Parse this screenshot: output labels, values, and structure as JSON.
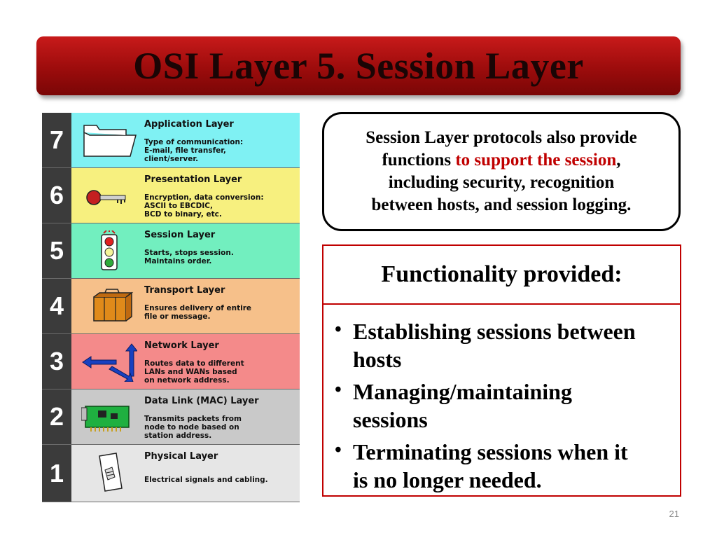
{
  "slide": {
    "title": "OSI Layer 5. Session Layer",
    "page_number": "21",
    "accent_color": "#9c0c0c"
  },
  "osi_layers": [
    {
      "number": "7",
      "name": "Application Layer",
      "color": "#7ff1f3",
      "icon": "folder-icon",
      "desc": [
        "Type of communication:",
        "E-mail, file transfer,",
        "client/server."
      ]
    },
    {
      "number": "6",
      "name": "Presentation Layer",
      "color": "#f7f07f",
      "icon": "key-icon",
      "desc": [
        "Encryption, data conversion:",
        "ASCII to EBCDIC,",
        "BCD to binary, etc."
      ]
    },
    {
      "number": "5",
      "name": "Session Layer",
      "color": "#72efbf",
      "icon": "traffic-light-icon",
      "desc": [
        "Starts, stops session.",
        "Maintains order."
      ]
    },
    {
      "number": "4",
      "name": "Transport Layer",
      "color": "#f6c08a",
      "icon": "suitcase-icon",
      "desc": [
        "Ensures delivery of entire",
        "file or message."
      ]
    },
    {
      "number": "3",
      "name": "Network Layer",
      "color": "#f48a8a",
      "icon": "routing-arrows-icon",
      "desc": [
        "Routes data to different",
        "LANs and WANs based",
        "on network address."
      ]
    },
    {
      "number": "2",
      "name": "Data Link (MAC) Layer",
      "color": "#c9c9c9",
      "icon": "network-card-icon",
      "desc": [
        "Transmits packets from",
        "node to node based on",
        "station address."
      ]
    },
    {
      "number": "1",
      "name": "Physical Layer",
      "color": "#e6e6e6",
      "icon": "cable-port-icon",
      "desc": [
        "Electrical signals and cabling."
      ]
    }
  ],
  "callout": {
    "line1": "Session Layer protocols also provide",
    "line2_prefix": "functions ",
    "line2_highlight": "to support the session",
    "line2_suffix": ",",
    "line3": "including security, recognition",
    "line4": "between hosts, and session  logging.",
    "highlight_color": "#c00000"
  },
  "functionality": {
    "title": "Functionality provided:",
    "items": [
      {
        "line1": "Establishing sessions between",
        "line2": "hosts"
      },
      {
        "line1": "Managing/maintaining",
        "line2": "sessions"
      },
      {
        "line1": "Terminating sessions when it",
        "line2": "is no longer needed."
      }
    ]
  }
}
